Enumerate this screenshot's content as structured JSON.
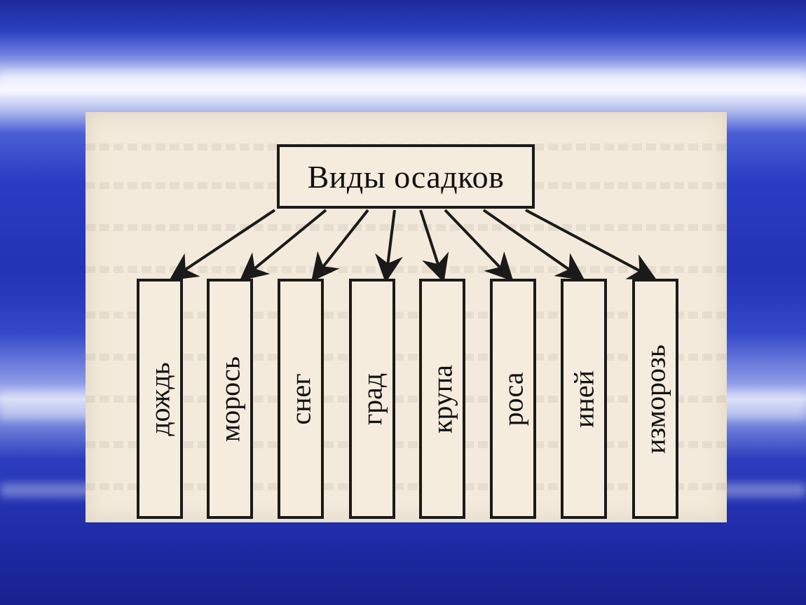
{
  "diagram": {
    "title": "Виды осадков",
    "types": [
      {
        "label": "дождь"
      },
      {
        "label": "морось"
      },
      {
        "label": "снег"
      },
      {
        "label": "град"
      },
      {
        "label": "крупа"
      },
      {
        "label": "роса"
      },
      {
        "label": "иней"
      },
      {
        "label": "изморозь"
      }
    ]
  },
  "colors": {
    "background_blue": "#2233b5",
    "panel_paper": "#f3eadb",
    "ink": "#1a1a1a"
  }
}
